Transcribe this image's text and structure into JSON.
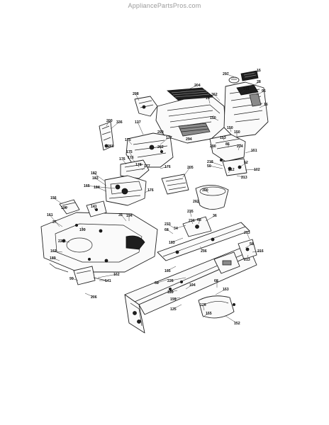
{
  "watermark": "AppliancePartsPros.com",
  "callouts": [
    {
      "label": "15"
    },
    {
      "label": "297"
    },
    {
      "label": "204"
    },
    {
      "label": "28"
    },
    {
      "label": "191"
    },
    {
      "label": "95"
    },
    {
      "label": "208"
    },
    {
      "label": "362"
    },
    {
      "label": "14"
    },
    {
      "label": "16"
    },
    {
      "label": "150"
    },
    {
      "label": "150"
    },
    {
      "label": "200"
    },
    {
      "label": "336"
    },
    {
      "label": "137"
    },
    {
      "label": "209"
    },
    {
      "label": "294"
    },
    {
      "label": "137"
    },
    {
      "label": "262"
    },
    {
      "label": "153"
    },
    {
      "label": "150"
    },
    {
      "label": "290"
    },
    {
      "label": "260"
    },
    {
      "label": "175"
    },
    {
      "label": "86"
    },
    {
      "label": "234"
    },
    {
      "label": "151"
    },
    {
      "label": "175"
    },
    {
      "label": "176"
    },
    {
      "label": "176"
    },
    {
      "label": "178"
    },
    {
      "label": "177"
    },
    {
      "label": "218"
    },
    {
      "label": "50"
    },
    {
      "label": "62"
    },
    {
      "label": "176"
    },
    {
      "label": "182"
    },
    {
      "label": "205"
    },
    {
      "label": "183"
    },
    {
      "label": "212"
    },
    {
      "label": "184"
    },
    {
      "label": "102"
    },
    {
      "label": "165"
    },
    {
      "label": "176"
    },
    {
      "label": "300"
    },
    {
      "label": "202"
    },
    {
      "label": "213"
    },
    {
      "label": "156"
    },
    {
      "label": "196"
    },
    {
      "label": "161"
    },
    {
      "label": "141"
    },
    {
      "label": "235"
    },
    {
      "label": "36"
    },
    {
      "label": "236"
    },
    {
      "label": "68"
    },
    {
      "label": "233"
    },
    {
      "label": "37"
    },
    {
      "label": "199"
    },
    {
      "label": "35"
    },
    {
      "label": "194"
    },
    {
      "label": "222"
    },
    {
      "label": "34"
    },
    {
      "label": "68"
    },
    {
      "label": "213"
    },
    {
      "label": "58"
    },
    {
      "label": "162"
    },
    {
      "label": "183"
    },
    {
      "label": "236"
    },
    {
      "label": "213"
    },
    {
      "label": "189"
    },
    {
      "label": "165"
    },
    {
      "label": "216"
    },
    {
      "label": "162"
    },
    {
      "label": "141"
    },
    {
      "label": "226"
    },
    {
      "label": "68"
    },
    {
      "label": "99"
    },
    {
      "label": "68"
    },
    {
      "label": "206"
    },
    {
      "label": "189"
    },
    {
      "label": "194"
    },
    {
      "label": "159"
    },
    {
      "label": "125"
    },
    {
      "label": "126"
    },
    {
      "label": "153"
    },
    {
      "label": "155"
    },
    {
      "label": "152"
    },
    {
      "label": "189"
    }
  ]
}
